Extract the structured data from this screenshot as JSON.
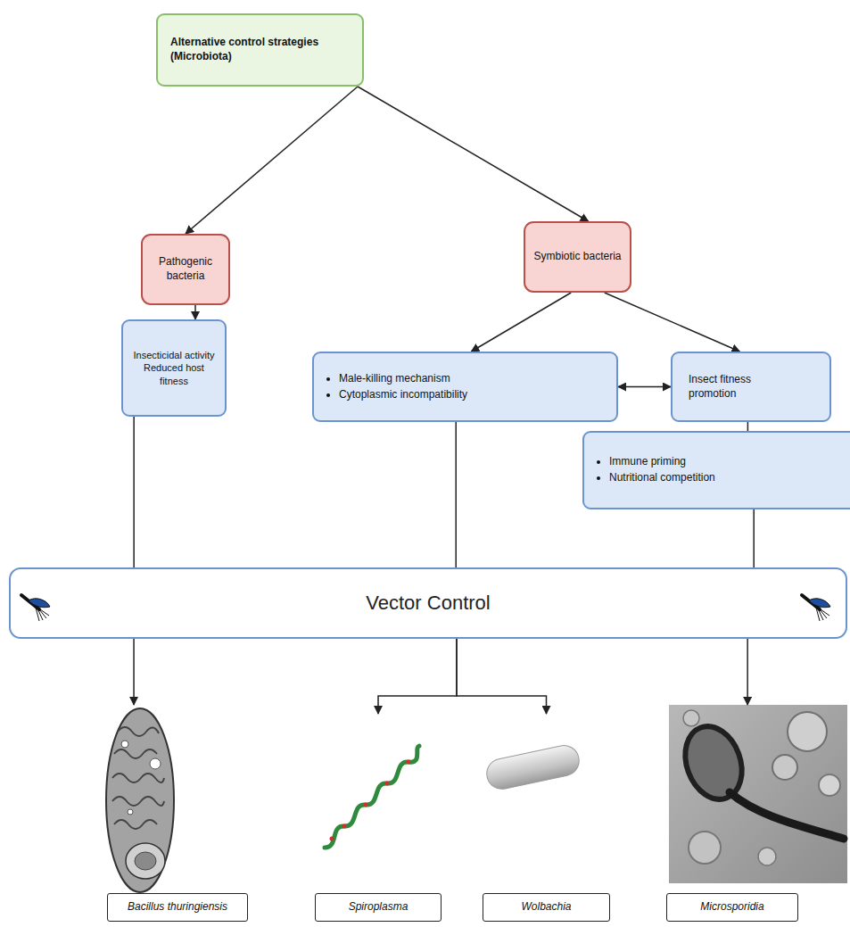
{
  "diagram": {
    "nodes": [
      {
        "text": [
          "Alternative control strategies (Microbiota)"
        ]
      },
      {
        "text": [
          "Pathogenic bacteria"
        ]
      },
      {
        "text": [
          "Symbiotic bacteria"
        ]
      },
      {
        "text": [
          "Insecticidal activity",
          "Reduced host fitness"
        ]
      },
      {
        "text": [
          "Male-killing mechanism",
          "Cytoplasmic incompatibility"
        ]
      },
      {
        "text": [
          "Insect fitness promotion"
        ]
      },
      {
        "text": [
          "Immune priming",
          "Nutritional competition"
        ]
      },
      {
        "text": [
          "Vector Control"
        ]
      },
      {
        "text": [
          "Bacillus thuringiensis"
        ]
      },
      {
        "text": [
          "Spiroplasma"
        ]
      },
      {
        "text": [
          "Wolbachia"
        ]
      },
      {
        "text": [
          "Microsporidia"
        ]
      }
    ],
    "edges": [
      {
        "from": 0,
        "to": 1,
        "arrow": "to"
      },
      {
        "from": 0,
        "to": 2,
        "arrow": "to"
      },
      {
        "from": 1,
        "to": 3,
        "arrow": "to"
      },
      {
        "from": 2,
        "to": 4,
        "arrow": "to"
      },
      {
        "from": 2,
        "to": 5,
        "arrow": "to"
      },
      {
        "from": 4,
        "to": 5,
        "arrow": "both"
      },
      {
        "from": 3,
        "to": 7,
        "arrow": "none"
      },
      {
        "from": 4,
        "to": 7,
        "arrow": "none"
      },
      {
        "from": 5,
        "to": 6,
        "arrow": "none"
      },
      {
        "from": 6,
        "to": 7,
        "arrow": "none"
      },
      {
        "from": 7,
        "to": 8,
        "arrow": "to"
      },
      {
        "from": 7,
        "to": 9,
        "arrow": "to"
      },
      {
        "from": 7,
        "to": 10,
        "arrow": "to"
      },
      {
        "from": 7,
        "to": 11,
        "arrow": "to"
      }
    ]
  }
}
